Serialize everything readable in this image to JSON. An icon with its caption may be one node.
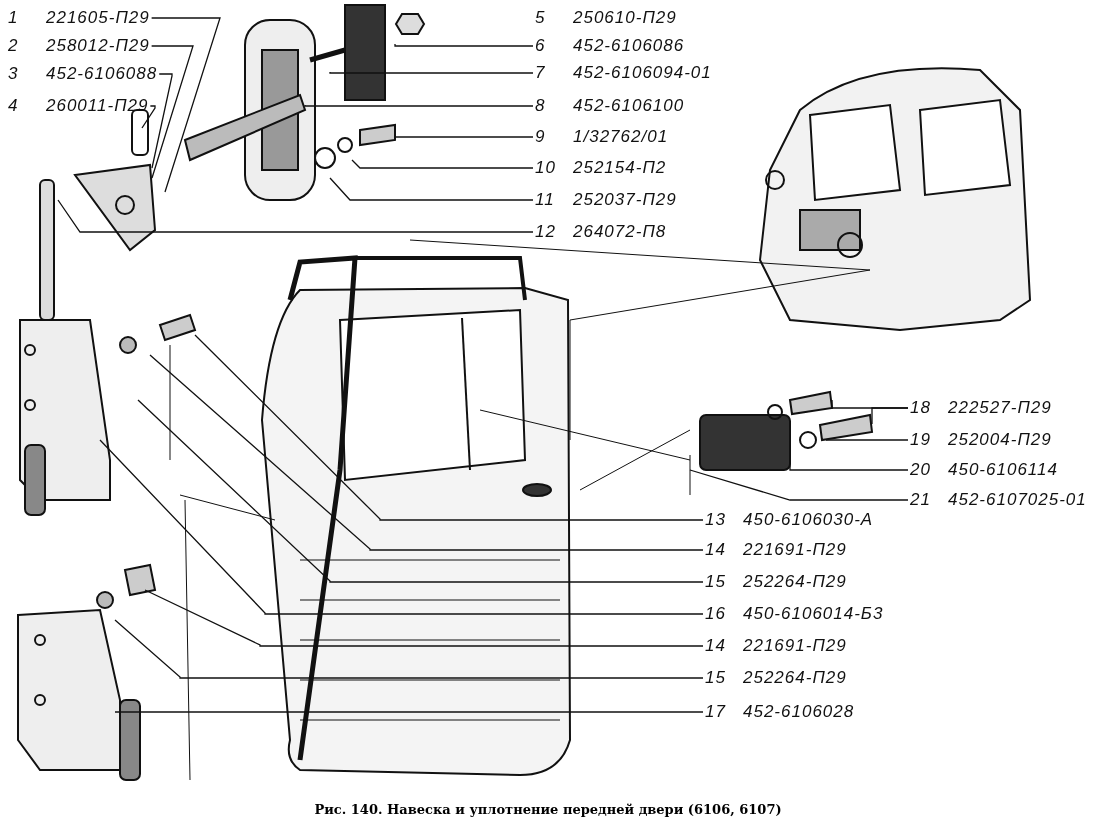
{
  "diagram": {
    "caption": "Рис. 140. Навеска и уплотнение передней двери (6106, 6107)",
    "nodes": [
      {
        "text": [
          "1",
          "221605-П29"
        ]
      },
      {
        "text": [
          "2",
          "258012-П29"
        ]
      },
      {
        "text": [
          "3",
          "452-6106088"
        ]
      },
      {
        "text": [
          "4",
          "260011-П29"
        ]
      },
      {
        "text": [
          "5",
          "250610-П29"
        ]
      },
      {
        "text": [
          "6",
          "452-6106086"
        ]
      },
      {
        "text": [
          "7",
          "452-6106094-01"
        ]
      },
      {
        "text": [
          "8",
          "452-6106100"
        ]
      },
      {
        "text": [
          "9",
          "1/32762/01"
        ]
      },
      {
        "text": [
          "10",
          "252154-П2"
        ]
      },
      {
        "text": [
          "11",
          "252037-П29"
        ]
      },
      {
        "text": [
          "12",
          "264072-П8"
        ]
      },
      {
        "text": [
          "18",
          "222527-П29"
        ]
      },
      {
        "text": [
          "19",
          "252004-П29"
        ]
      },
      {
        "text": [
          "20",
          "450-6106114"
        ]
      },
      {
        "text": [
          "21",
          "452-6107025-01"
        ]
      },
      {
        "text": [
          "13",
          "450-6106030-А"
        ]
      },
      {
        "text": [
          "14",
          "221691-П29"
        ]
      },
      {
        "text": [
          "15",
          "252264-П29"
        ]
      },
      {
        "text": [
          "16",
          "450-6106014-Б3"
        ]
      },
      {
        "text": [
          "14",
          "221691-П29"
        ]
      },
      {
        "text": [
          "15",
          "252264-П29"
        ]
      },
      {
        "text": [
          "17",
          "452-6106028"
        ]
      }
    ],
    "edges": [
      {
        "from": 0,
        "to": null,
        "arrow": "none"
      },
      {
        "from": 1,
        "to": null,
        "arrow": "none"
      },
      {
        "from": 2,
        "to": null,
        "arrow": "none"
      },
      {
        "from": 3,
        "to": null,
        "arrow": "none"
      },
      {
        "from": 5,
        "to": null,
        "arrow": "none"
      },
      {
        "from": 6,
        "to": null,
        "arrow": "none"
      },
      {
        "from": 7,
        "to": null,
        "arrow": "none"
      },
      {
        "from": 8,
        "to": null,
        "arrow": "none"
      },
      {
        "from": 9,
        "to": null,
        "arrow": "none"
      },
      {
        "from": 10,
        "to": null,
        "arrow": "none"
      },
      {
        "from": 11,
        "to": null,
        "arrow": "none"
      },
      {
        "from": 12,
        "to": null,
        "arrow": "none"
      },
      {
        "from": 12,
        "to": null,
        "arrow": "none"
      },
      {
        "from": 13,
        "to": null,
        "arrow": "none"
      },
      {
        "from": 14,
        "to": null,
        "arrow": "none"
      },
      {
        "from": 15,
        "to": null,
        "arrow": "none"
      },
      {
        "from": 16,
        "to": null,
        "arrow": "none"
      },
      {
        "from": 17,
        "to": null,
        "arrow": "none"
      },
      {
        "from": 18,
        "to": null,
        "arrow": "none"
      },
      {
        "from": 19,
        "to": null,
        "arrow": "none"
      },
      {
        "from": 20,
        "to": null,
        "arrow": "none"
      },
      {
        "from": 21,
        "to": null,
        "arrow": "none"
      },
      {
        "from": 22,
        "to": null,
        "arrow": "none"
      }
    ]
  }
}
